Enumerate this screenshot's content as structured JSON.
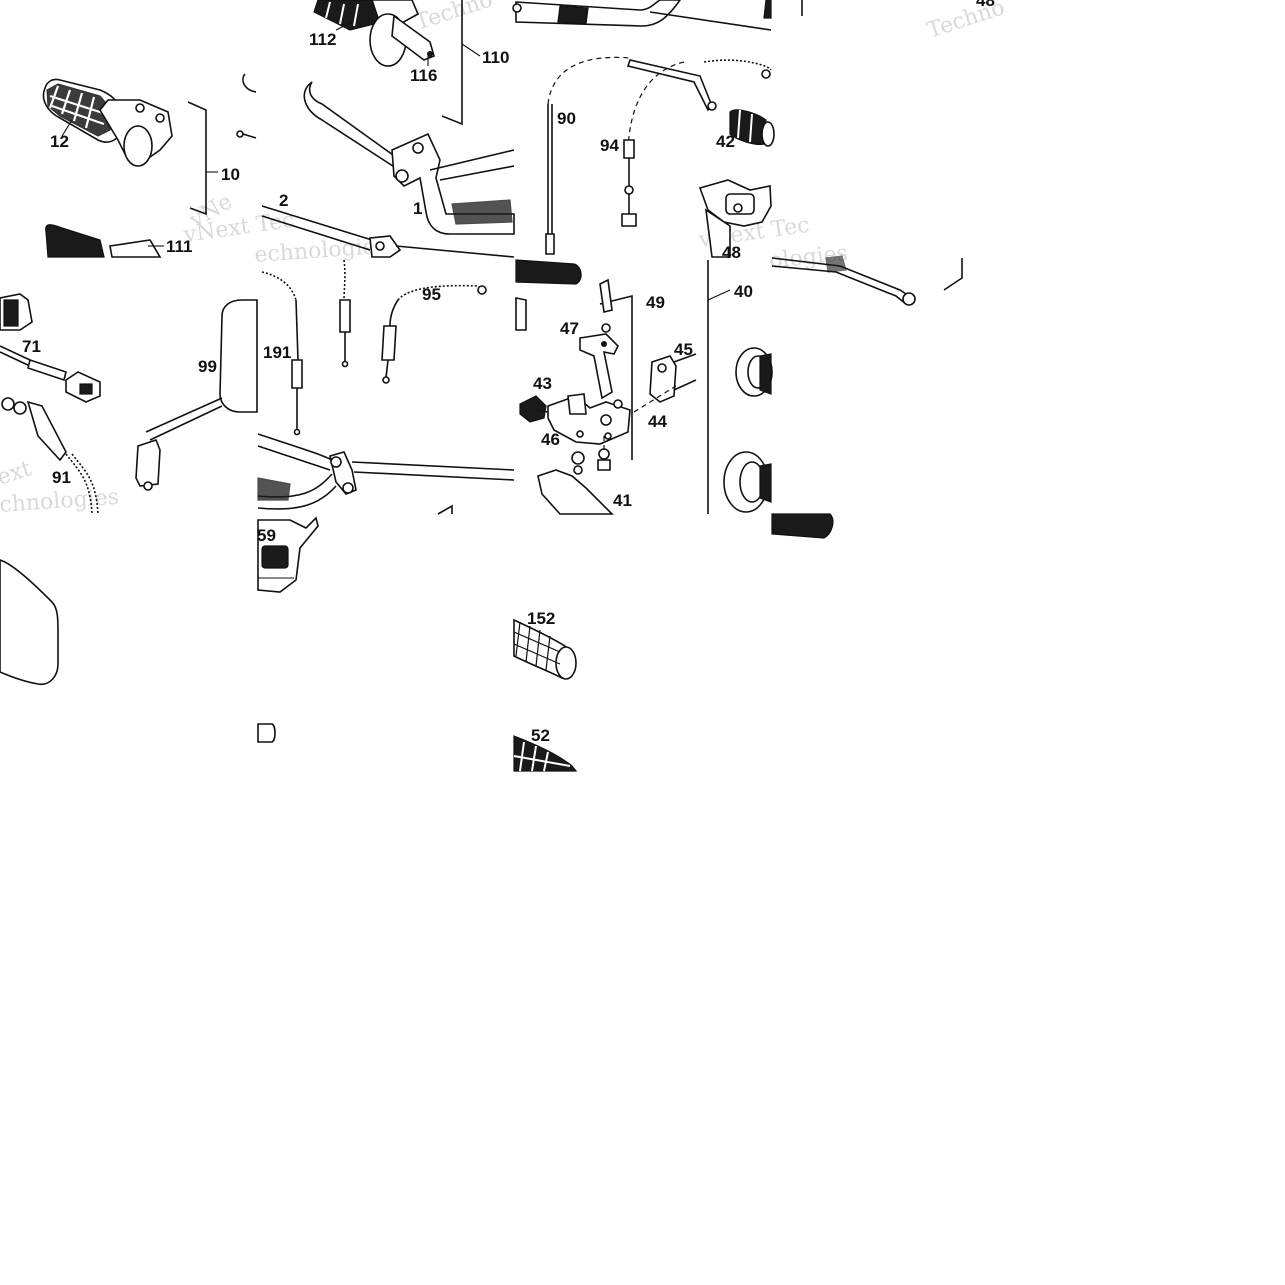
{
  "diagram": {
    "callouts": [
      "112",
      "116",
      "110",
      "90",
      "94",
      "42",
      "12",
      "10",
      "1",
      "2",
      "111",
      "48",
      "40",
      "71",
      "99",
      "191",
      "95",
      "49",
      "47",
      "45",
      "43",
      "46",
      "44",
      "91",
      "41",
      "59",
      "152",
      "52"
    ],
    "watermarks": [
      "Techno",
      "Techno",
      "vNext Tec",
      "vNext Tec",
      "echnologies",
      "ext",
      "chnologies",
      "vNe",
      "ologies"
    ],
    "colors": {
      "ink": "#111111",
      "paper": "#ffffff",
      "watermark": "#d9d9d9"
    }
  }
}
